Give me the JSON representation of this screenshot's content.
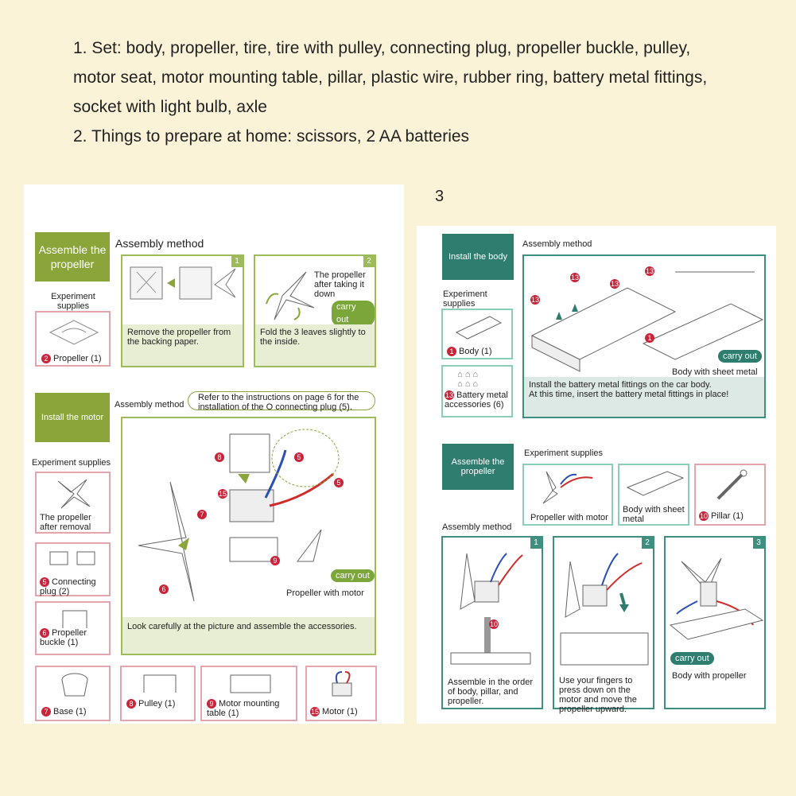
{
  "intro": {
    "line1": "1. Set: body, propeller, tire, tire with pulley, connecting plug, propeller buckle, pulley,",
    "line2": "motor seat, motor mounting table, pillar, plastic wire, rubber ring, battery metal fittings,",
    "line3": "socket with light bulb, axle",
    "line4": "2. Things to prepare at home: scissors, 2 AA batteries"
  },
  "page_number": "3",
  "left": {
    "section1": {
      "header": "Assemble the propeller",
      "assembly_method": "Assembly method",
      "supplies_label": "Experiment supplies",
      "supply_num": "2",
      "supply_label": "Propeller (1)",
      "step1_num": "1",
      "step1_caption": "Remove the propeller from the backing paper.",
      "step2_num": "2",
      "step2_note": "The propeller after taking it down",
      "step2_pill": "carry out",
      "step2_caption": "Fold the 3 leaves slightly to the inside."
    },
    "section2": {
      "header": "Install the motor",
      "assembly_method": "Assembly method",
      "refer_note": "Refer to the instructions on page 6 for the installation of the O connecting plug (5).",
      "supplies_label": "Experiment supplies",
      "side_items": [
        {
          "num": "",
          "label": "The propeller after removal"
        },
        {
          "num": "5",
          "label": "Connecting plug (2)"
        },
        {
          "num": "6",
          "label": "Propeller buckle (1)"
        }
      ],
      "bottom_items": [
        {
          "num": "7",
          "label": "Base (1)"
        },
        {
          "num": "8",
          "label": "Pulley (1)"
        },
        {
          "num": "9",
          "label": "Motor mounting table (1)"
        },
        {
          "num": "15",
          "label": "Motor (1)"
        }
      ],
      "diagram_labels": {
        "a": "8",
        "b": "5",
        "c": "15",
        "d": "5",
        "e": "7",
        "f": "9",
        "g": "6"
      },
      "pill": "carry out",
      "result_label": "Propeller with motor",
      "caption": "Look carefully at the picture and assemble the accessories."
    }
  },
  "right": {
    "section1": {
      "header": "Install the body",
      "assembly_method": "Assembly method",
      "supplies_label": "Experiment supplies",
      "item1_num": "1",
      "item1_label": "Body (1)",
      "item2_num": "13",
      "item2_label": "Battery metal accessories (6)",
      "diagram_labels": {
        "a": "13",
        "b": "13",
        "c": "13",
        "d": "13",
        "e": "1"
      },
      "pill": "carry out",
      "result_label": "Body with sheet metal",
      "caption_line1": "Install the battery metal fittings on the car body.",
      "caption_line2": "At this time, insert the battery metal fittings in place!"
    },
    "section2": {
      "header": "Assemble the propeller",
      "supplies_label": "Experiment supplies",
      "assembly_method": "Assembly method",
      "supply1": "Propeller with motor",
      "supply2": "Body with sheet metal",
      "supply3_num": "10",
      "supply3": "Pillar (1)",
      "step1_num": "1",
      "step1_caption": "Assemble in the order of body, pillar, and propeller.",
      "step1_label": "10",
      "step2_num": "2",
      "step2_caption": "Use your fingers to press down on the motor and move the propeller upward.",
      "step3_num": "3",
      "step3_pill": "carry out",
      "step3_label": "Body with propeller"
    }
  }
}
